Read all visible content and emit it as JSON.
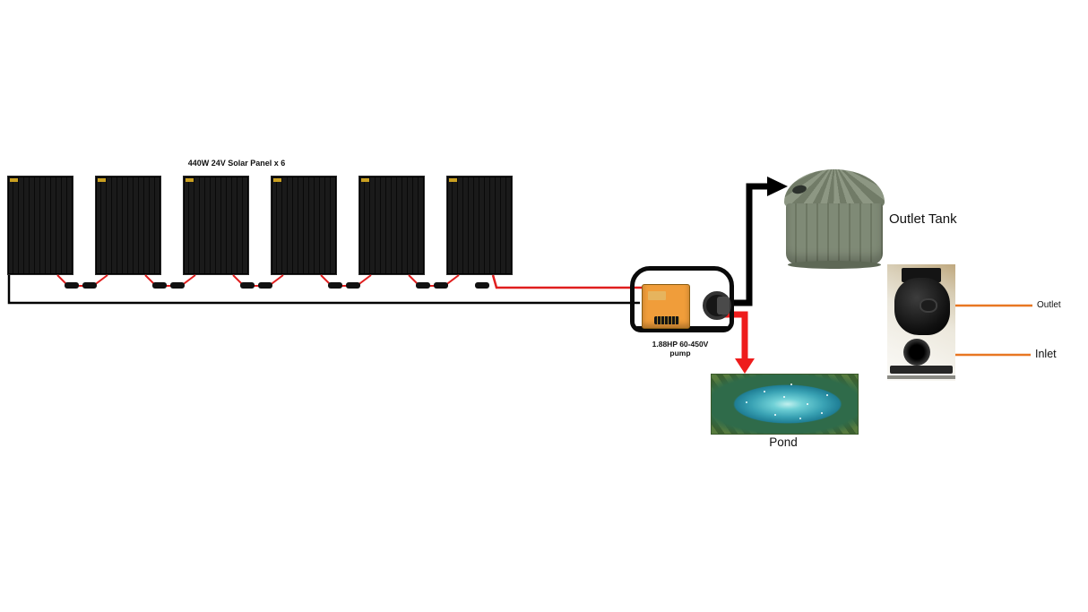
{
  "labels": {
    "panel_array": "440W 24V Solar Panel x 6",
    "pump_line1": "1.88HP 60-450V",
    "pump_line2": "pump",
    "outlet_tank": "Outlet Tank",
    "pond": "Pond",
    "outlet": "Outlet",
    "inlet": "Inlet"
  },
  "array": {
    "panel_count": 6,
    "panel_description": "440W 24V solar panel"
  },
  "colors": {
    "wire_positive": "#e01f1f",
    "wire_negative": "#000000",
    "flow_pipe_black": "#000000",
    "flow_pipe_red": "#ee1c1c",
    "annotation_orange": "#e87722",
    "controller_orange": "#f09d3a",
    "tank_green": "#7d8774"
  }
}
